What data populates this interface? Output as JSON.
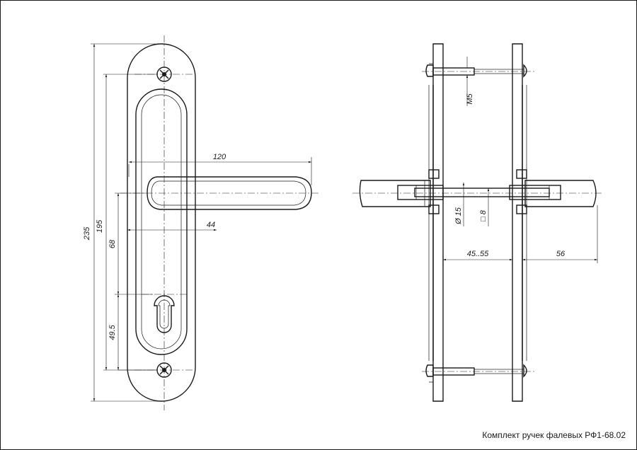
{
  "caption": "Комплект ручек фалевых РФ1-68.02",
  "dimensions": {
    "d_235": "235",
    "d_195": "195",
    "d_68": "68",
    "d_49_5": "49.5",
    "d_120": "120",
    "d_44": "44",
    "d_m5": "M5",
    "d_phi15": "Ø 15",
    "d_sq8": "□ 8",
    "d_45_55": "45..55",
    "d_56": "56"
  }
}
